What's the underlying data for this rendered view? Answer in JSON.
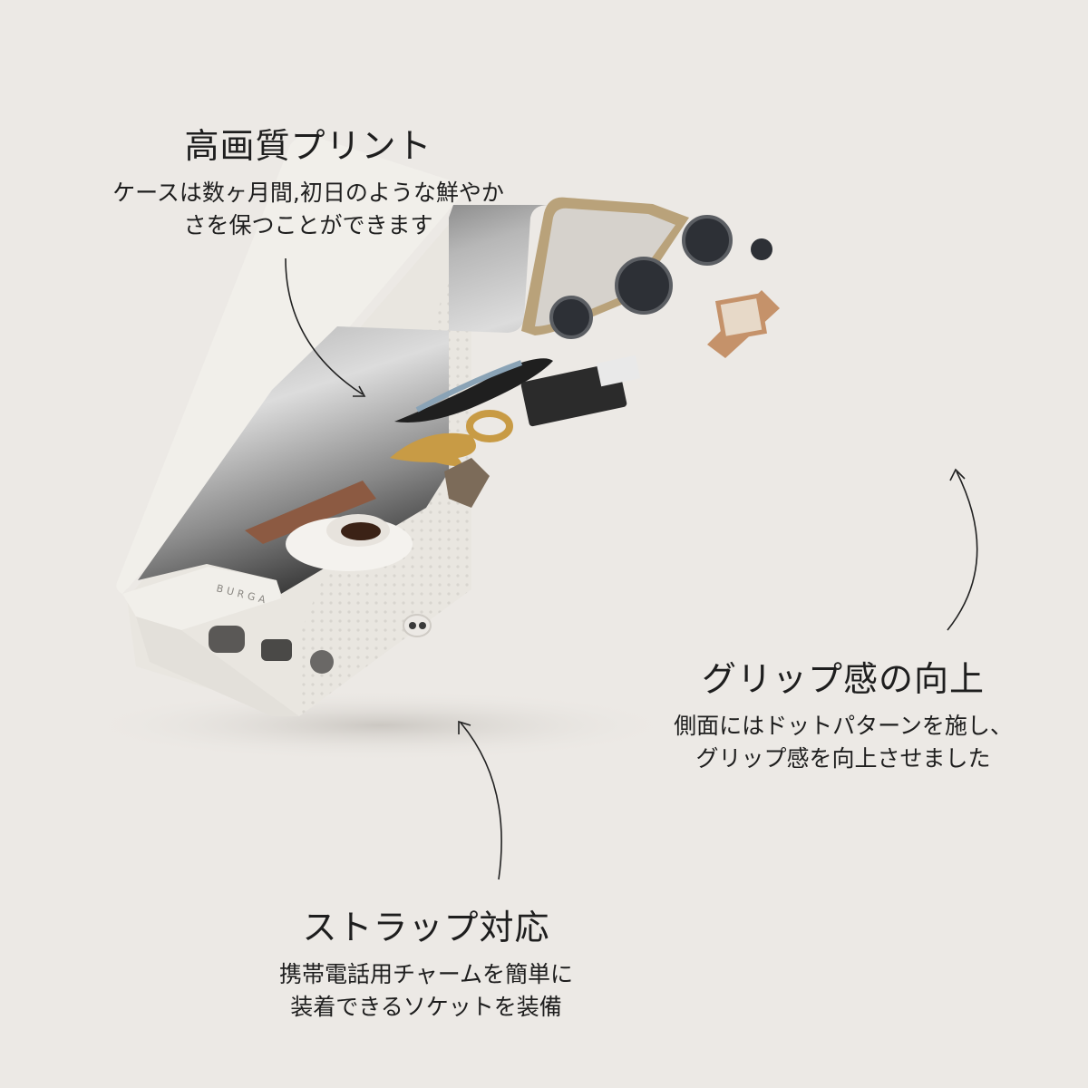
{
  "features": {
    "print": {
      "title": "高画質プリント",
      "line1": "ケースは数ヶ月間,初日のような鮮やか",
      "line2": "さを保つことができます"
    },
    "grip": {
      "title": "グリップ感の向上",
      "line1": "側面にはドットパターンを施し、",
      "line2": "グリップ感を向上させました"
    },
    "strap": {
      "title": "ストラップ対応",
      "line1": "携帯電話用チャームを簡単に",
      "line2": "装着できるソケットを装備"
    }
  },
  "product": {
    "brand": "BURGA",
    "case_color": "#f1efea",
    "print_colors": [
      "#3a3a3a",
      "#9a9a9a",
      "#d8d8d8"
    ],
    "camera_ring_color": "#b9a27a"
  }
}
